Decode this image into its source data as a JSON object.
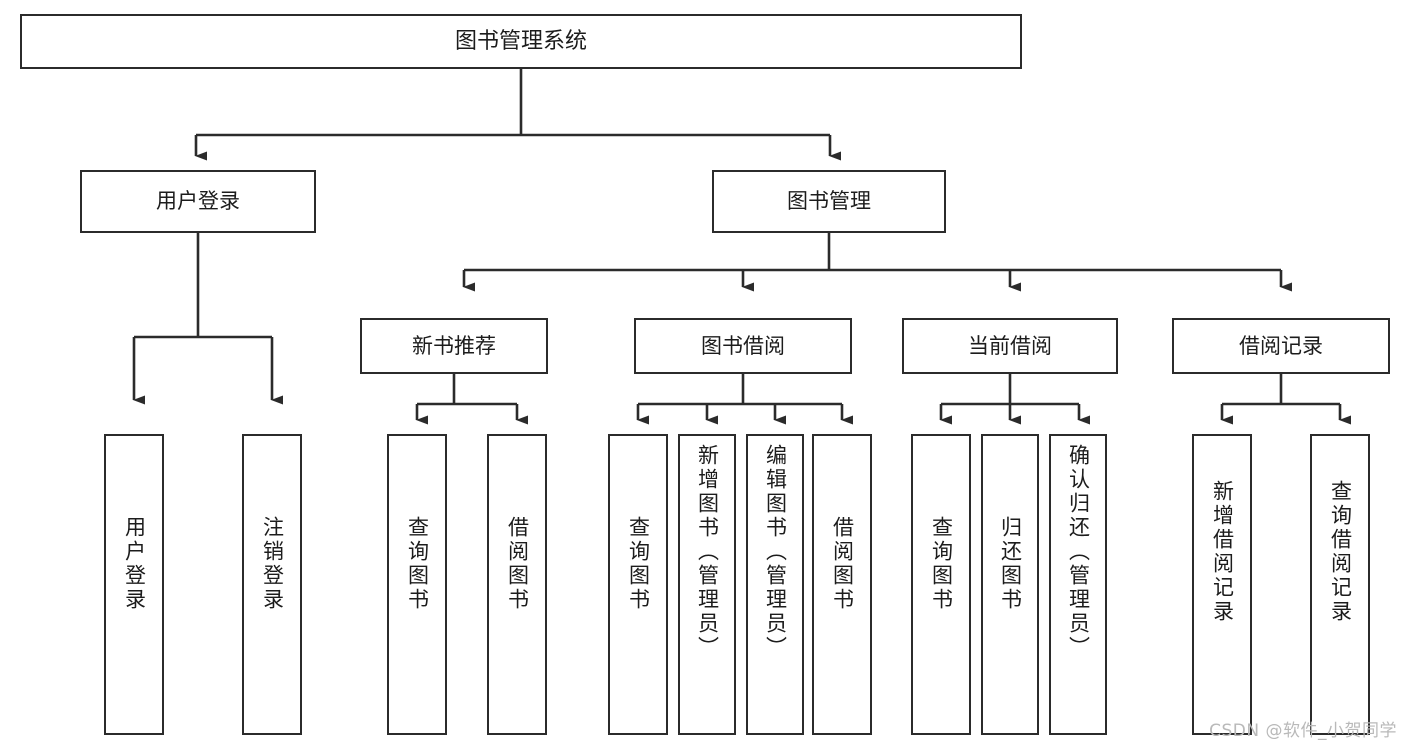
{
  "diagram": {
    "title": "图书管理系统",
    "type": "hierarchy-tree",
    "watermark": "CSDN @软件_小贺同学",
    "colors": {
      "box_border": "#2b2b2b",
      "box_fill": "#ffffff",
      "line": "#2b2b2b",
      "text": "#1c1c1c",
      "watermark": "#b9b9b9"
    },
    "levels": {
      "root": [
        "图书管理系统"
      ],
      "level2": [
        "用户登录",
        "图书管理"
      ],
      "level3": [
        "新书推荐",
        "图书借阅",
        "当前借阅",
        "借阅记录"
      ],
      "leaves": [
        "用户登录",
        "注销登录",
        "查询图书",
        "借阅图书",
        "查询图书",
        "新增图书（管理员）",
        "编辑图书（管理员）",
        "借阅图书",
        "查询图书",
        "归还图书",
        "确认归还（管理员）",
        "新增借阅记录",
        "查询借阅记录"
      ]
    },
    "nodes": {
      "root": {
        "label": "图书管理系统"
      },
      "user_login": {
        "label": "用户登录"
      },
      "book_manage": {
        "label": "图书管理"
      },
      "new_book_rec": {
        "label": "新书推荐"
      },
      "book_borrow": {
        "label": "图书借阅"
      },
      "current_borrow": {
        "label": "当前借阅"
      },
      "borrow_record": {
        "label": "借阅记录"
      },
      "leaf_user_login": {
        "label": "用户登录"
      },
      "leaf_user_logout": {
        "label": "注销登录"
      },
      "leaf_rec_query": {
        "label": "查询图书"
      },
      "leaf_rec_borrow": {
        "label": "借阅图书"
      },
      "leaf_bb_query": {
        "label": "查询图书"
      },
      "leaf_bb_add": {
        "label": "新增图书（管理员）"
      },
      "leaf_bb_edit": {
        "label": "编辑图书（管理员）"
      },
      "leaf_bb_borrow": {
        "label": "借阅图书"
      },
      "leaf_cb_query": {
        "label": "查询图书"
      },
      "leaf_cb_return": {
        "label": "归还图书"
      },
      "leaf_cb_confirm": {
        "label": "确认归还（管理员）"
      },
      "leaf_br_add": {
        "label": "新增借阅记录"
      },
      "leaf_br_query": {
        "label": "查询借阅记录"
      }
    }
  }
}
